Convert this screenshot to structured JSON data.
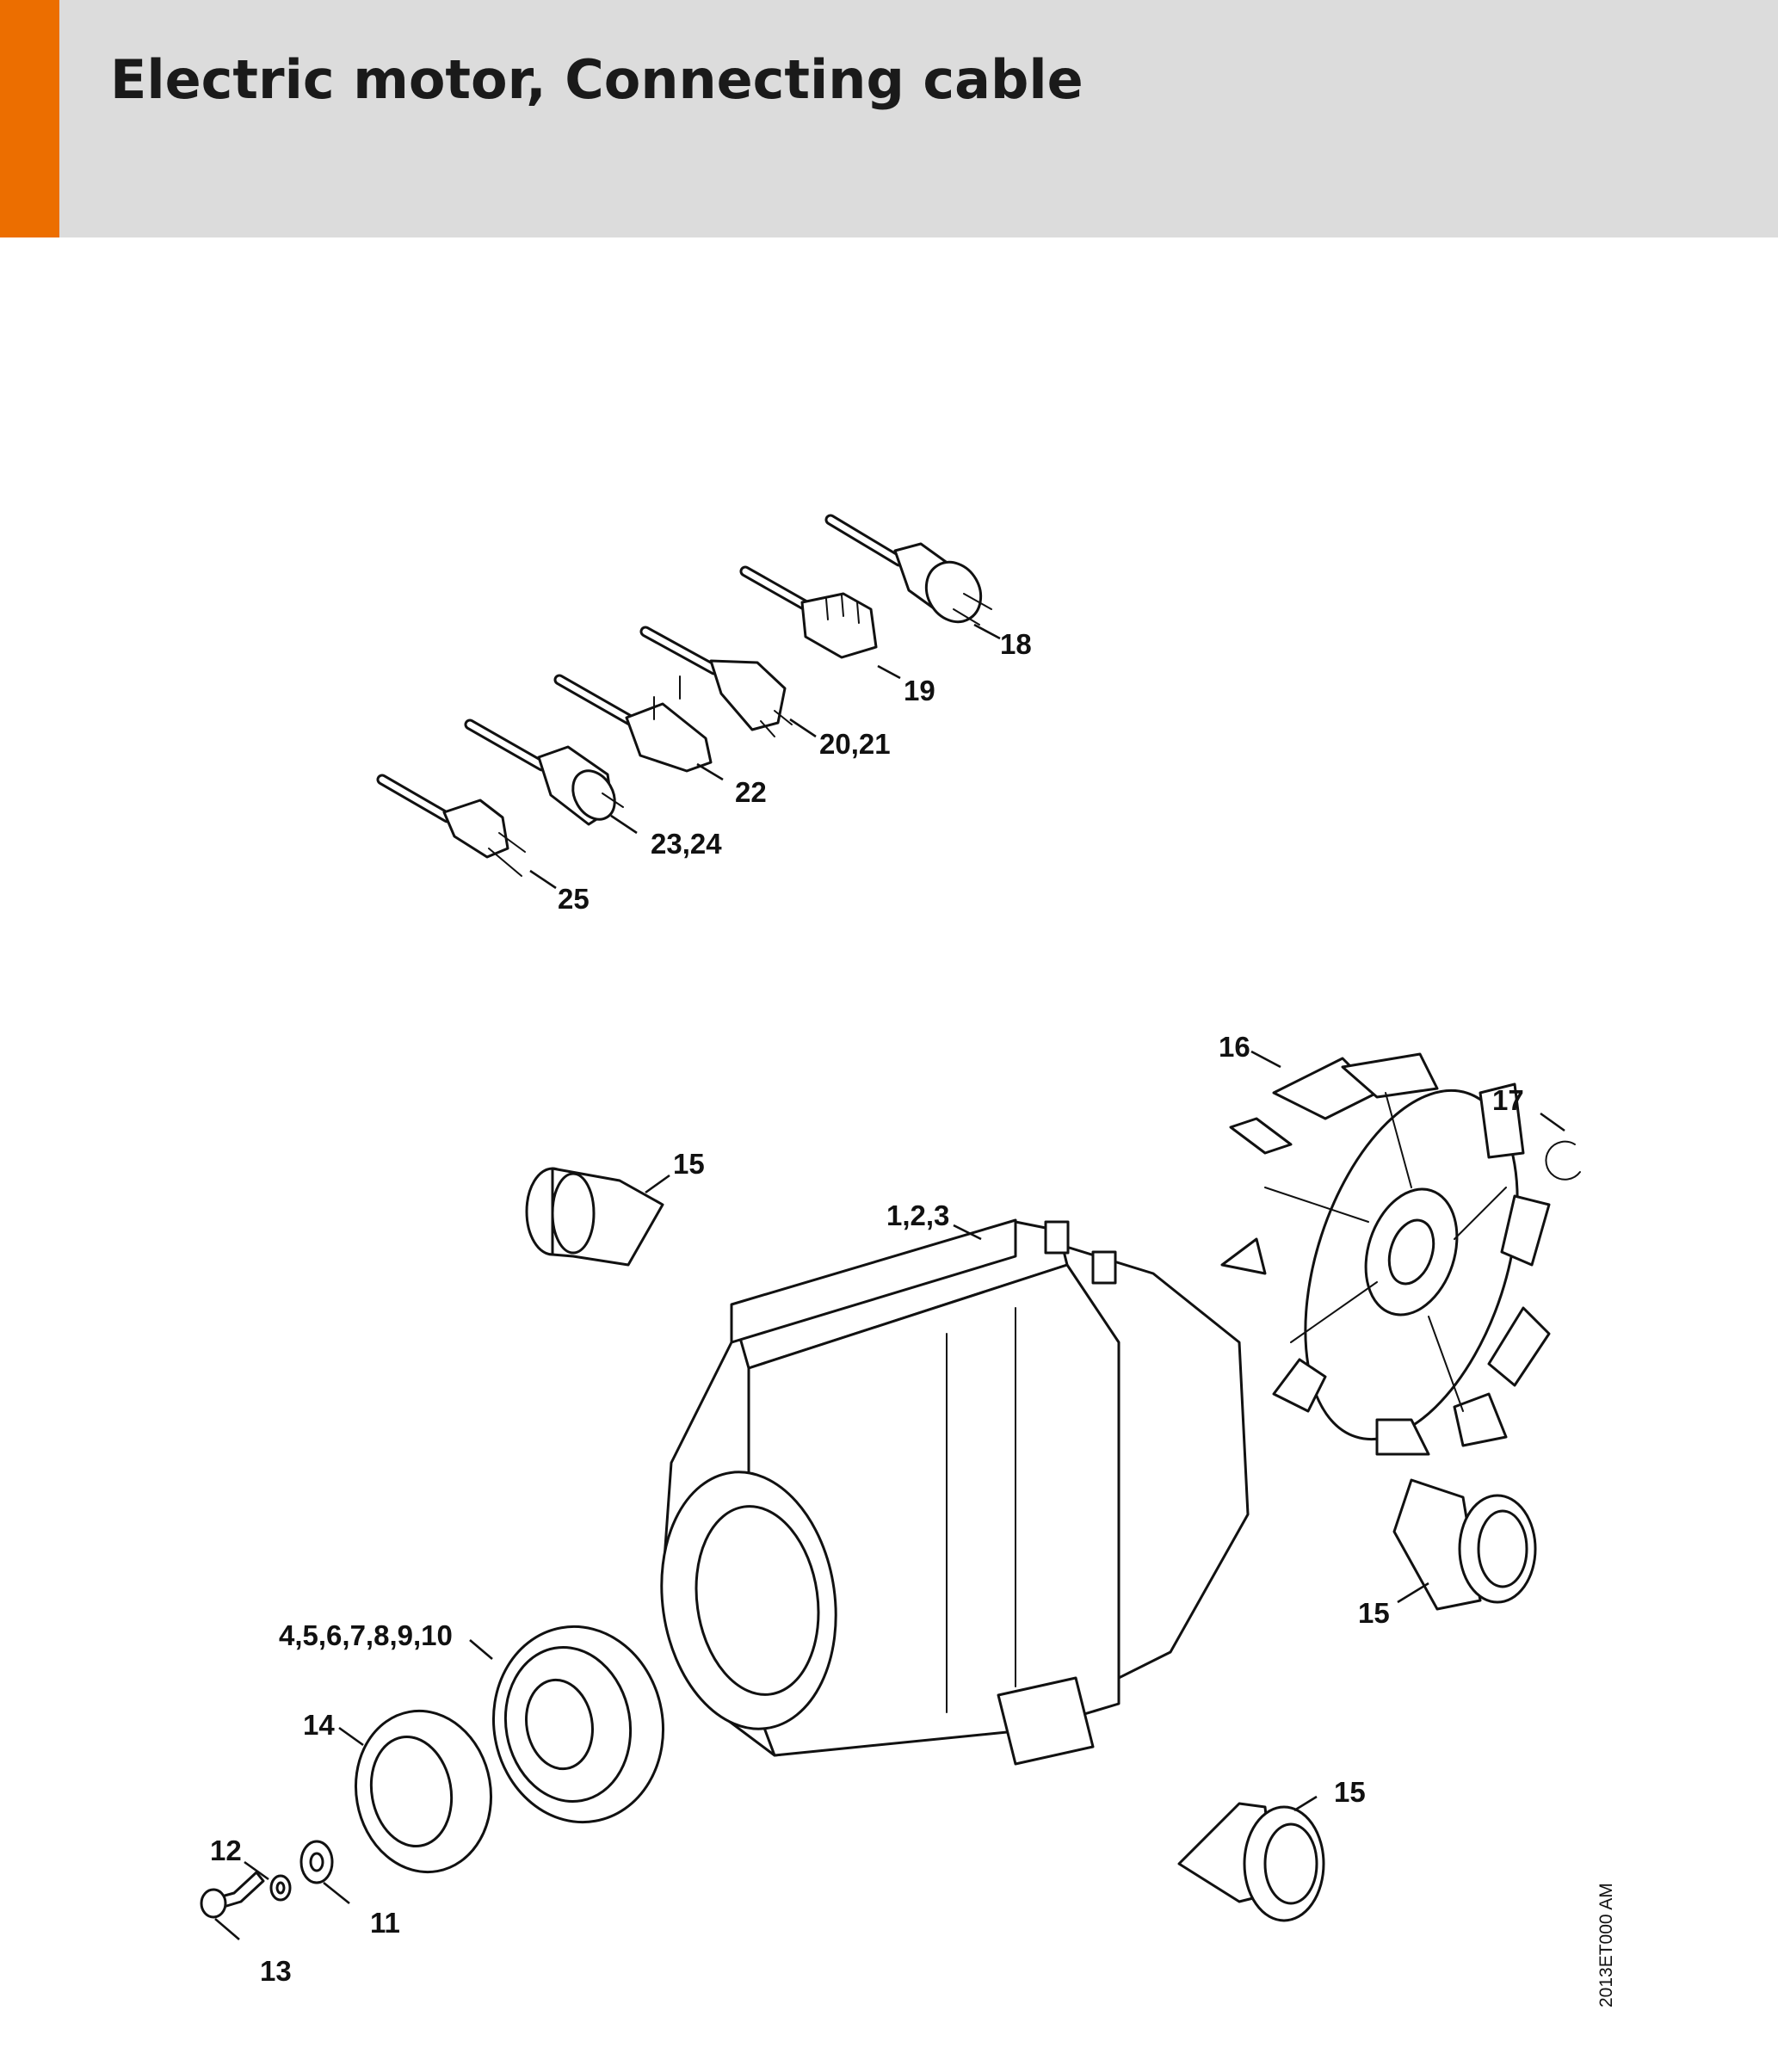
{
  "header": {
    "title": "Electric motor, Connecting cable",
    "accent_color": "#ec6e00",
    "band_color": "#dcdcdc"
  },
  "diagram": {
    "reference_code": "2013ET000 AM",
    "labels": {
      "l18": "18",
      "l19": "19",
      "l2021": "20,21",
      "l22": "22",
      "l2324": "23,24",
      "l25": "25",
      "l16": "16",
      "l17": "17",
      "l15a": "15",
      "l123": "1,2,3",
      "l15b": "15",
      "l4to10": "4,5,6,7,8,9,10",
      "l14": "14",
      "l15c": "15",
      "l12": "12",
      "l11": "11",
      "l13": "13"
    }
  }
}
